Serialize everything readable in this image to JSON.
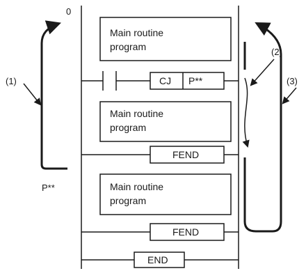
{
  "step_zero_label": "0",
  "pointer_label": "P**",
  "callouts": {
    "c1": "(1)",
    "c2": "(2)",
    "c3": "(3)"
  },
  "blocks": {
    "b1": {
      "line1": "Main routine",
      "line2": "program"
    },
    "b2": {
      "line1": "Main routine",
      "line2": "program"
    },
    "b3": {
      "line1": "Main routine",
      "line2": "program"
    }
  },
  "instructions": {
    "cj": "CJ",
    "cj_pointer": "P**",
    "fend1": "FEND",
    "fend2": "FEND",
    "end": "END"
  },
  "colors": {
    "line": "#1a1a1a",
    "background": "#ffffff"
  }
}
